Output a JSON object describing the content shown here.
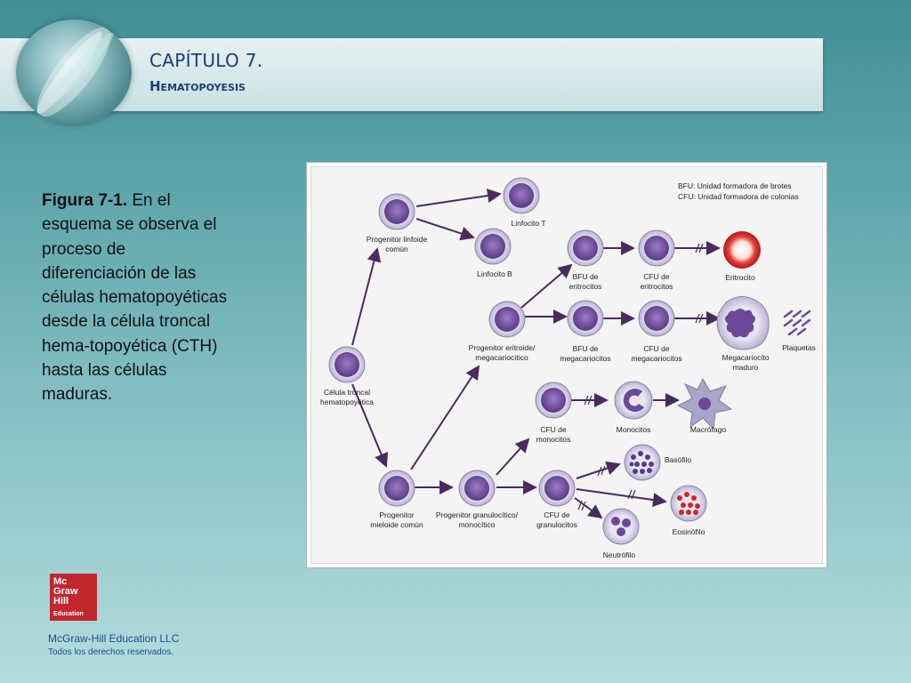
{
  "header": {
    "chapter": "CAPÍTULO 7.",
    "title": "Hematopoyesis"
  },
  "caption": {
    "label": "Figura 7-1.",
    "text": " En el esquema se observa el proceso de diferenciación de las células hematopoyéticas desde la célula troncal hema-topoyética (CTH) hasta las células maduras."
  },
  "legend": {
    "bfu": "BFU:  Unidad formadora de brotes",
    "cfu": "CFU:  Unidad formadora de colonias"
  },
  "cells": {
    "cth": [
      "Célula troncal",
      "hematopoyética"
    ],
    "lymphoid": [
      "Progenitor linfoide",
      "común"
    ],
    "t": "Linfocito T",
    "b": "Linfocito B",
    "myeloid": [
      "Progenitor",
      "mieloide común"
    ],
    "erymeg": [
      "Progenitor eritroide/",
      "megacariocítico"
    ],
    "bfu_e": [
      "BFU de",
      "eritrocitos"
    ],
    "cfu_e": [
      "CFU de",
      "eritrocitos"
    ],
    "erythrocyte": "Eritrocito",
    "bfu_m": [
      "BFU de",
      "megacariocitos"
    ],
    "cfu_m": [
      "CFU de",
      "megacariocitos"
    ],
    "megakaryocyte": [
      "Megacariocito",
      "maduro"
    ],
    "platelets": "Plaquetas",
    "gm": [
      "Progenitor granulocítico/",
      "monocítico"
    ],
    "cfu_mono": [
      "CFU de",
      "monocitos"
    ],
    "monocyte": "Monocitos",
    "macrophage": "Macrófago",
    "cfu_gran": [
      "CFU de",
      "granulocitos"
    ],
    "basophil": "Basófilo",
    "eosinophil": "Eosinófilo",
    "neutrophil": "Neutrófilo"
  },
  "colors": {
    "background": "#5ba3a8",
    "title": "#1a3e73",
    "cell_fill": "#7d5aa5",
    "arrow": "#4a2a60",
    "erythrocyte": "#d2232a",
    "logo": "#c1272d"
  },
  "logo": {
    "line1": "Mc",
    "line2": "Graw",
    "line3": "Hill",
    "line4": "Education"
  },
  "footer": {
    "company": "McGraw-Hill Education LLC",
    "rights": "Todos los derechos reservados."
  }
}
